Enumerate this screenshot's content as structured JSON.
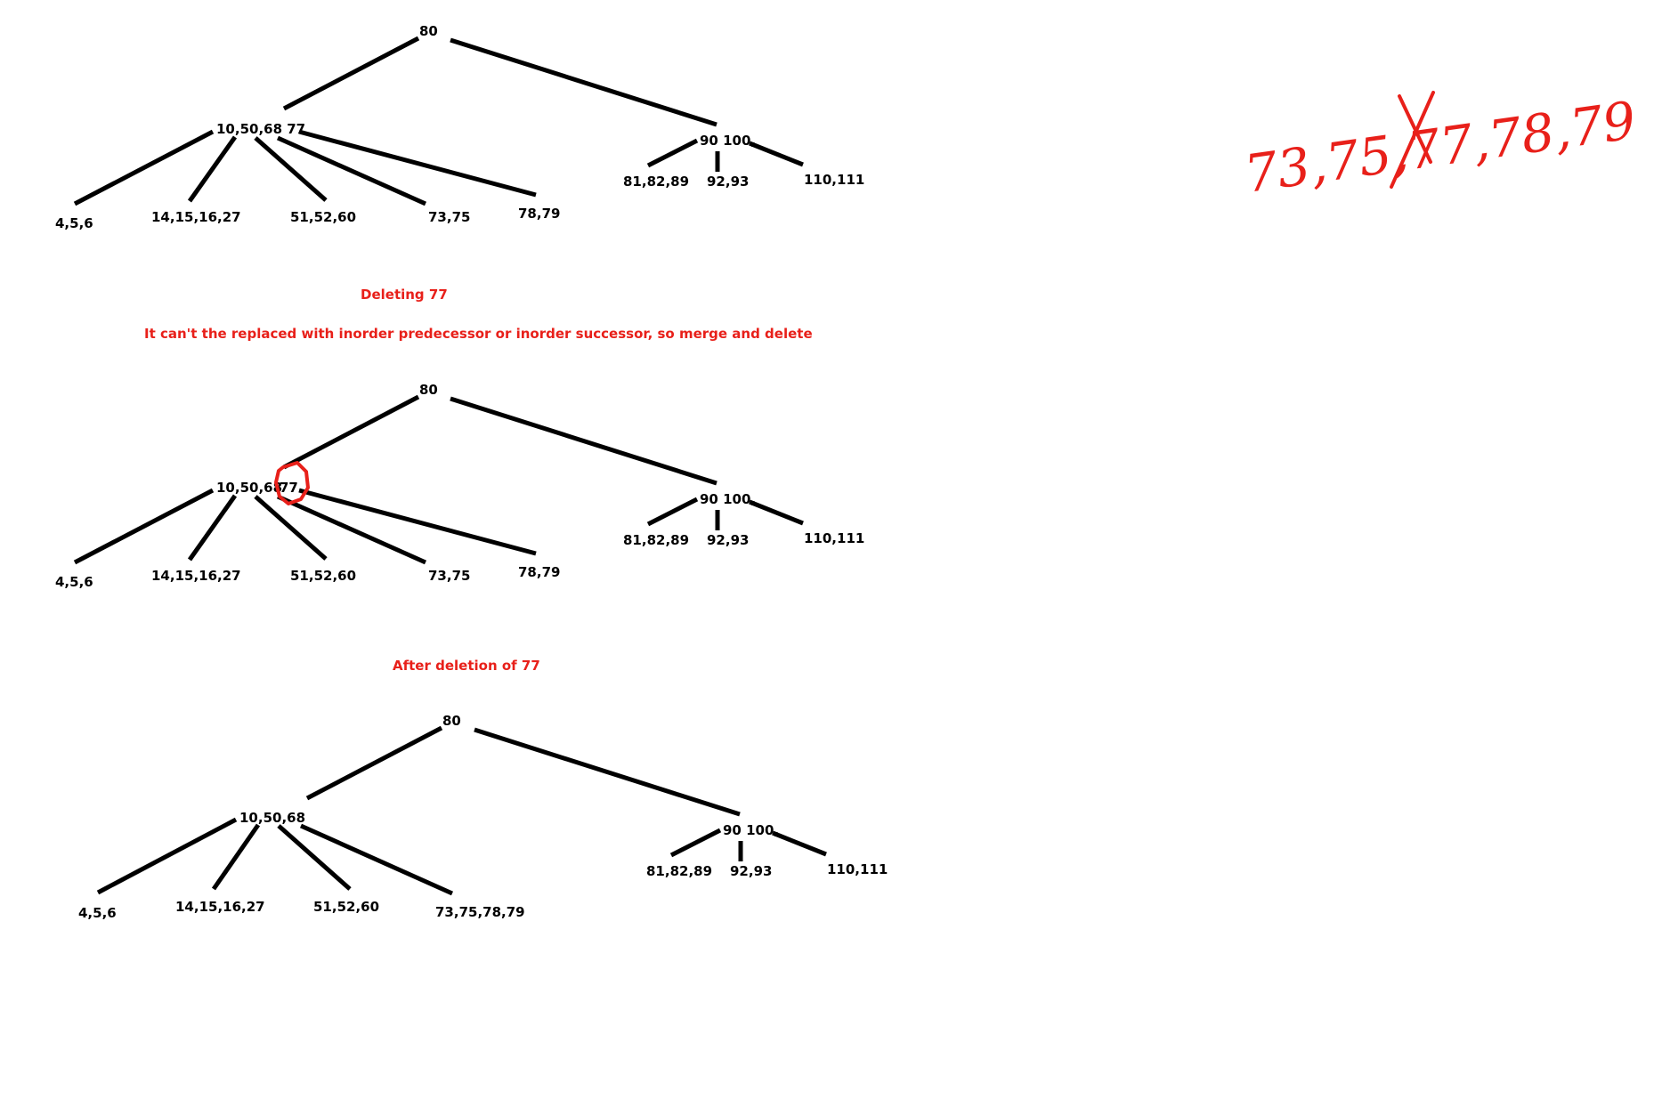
{
  "colors": {
    "edge": "#000000",
    "caption": "#e8201a",
    "background": "#ffffff"
  },
  "tree1": {
    "root": "80",
    "left_node": "10,50,68 77",
    "right_node": "90 100,",
    "left_children": [
      "4,5,6",
      "14,15,16,27",
      "51,52,60",
      "73,75",
      "78,79"
    ],
    "right_children": [
      "81,82,89",
      "92,93",
      "110,111"
    ]
  },
  "caption1": "Deleting 77",
  "caption2": "It can't the replaced with inorder predecessor or inorder successor, so merge and delete",
  "tree2": {
    "root": "80",
    "left_node_keys": "10,50,68",
    "left_node_marked_key": "77",
    "right_node": "90 100,",
    "left_children": [
      "4,5,6",
      "14,15,16,27",
      "51,52,60",
      "73,75",
      "78,79"
    ],
    "right_children": [
      "81,82,89",
      "92,93",
      "110,111"
    ]
  },
  "caption3": "After deletion of 77",
  "tree3": {
    "root": "80",
    "left_node": "10,50,68",
    "right_node": "90 100,",
    "left_children": [
      "4,5,6",
      "14,15,16,27",
      "51,52,60",
      "73,75,78,79"
    ],
    "right_children": [
      "81,82,89",
      "92,93",
      "110,111"
    ]
  },
  "handwritten_note": {
    "before": "73,75,",
    "struck": "77",
    "after": ",78,79"
  }
}
